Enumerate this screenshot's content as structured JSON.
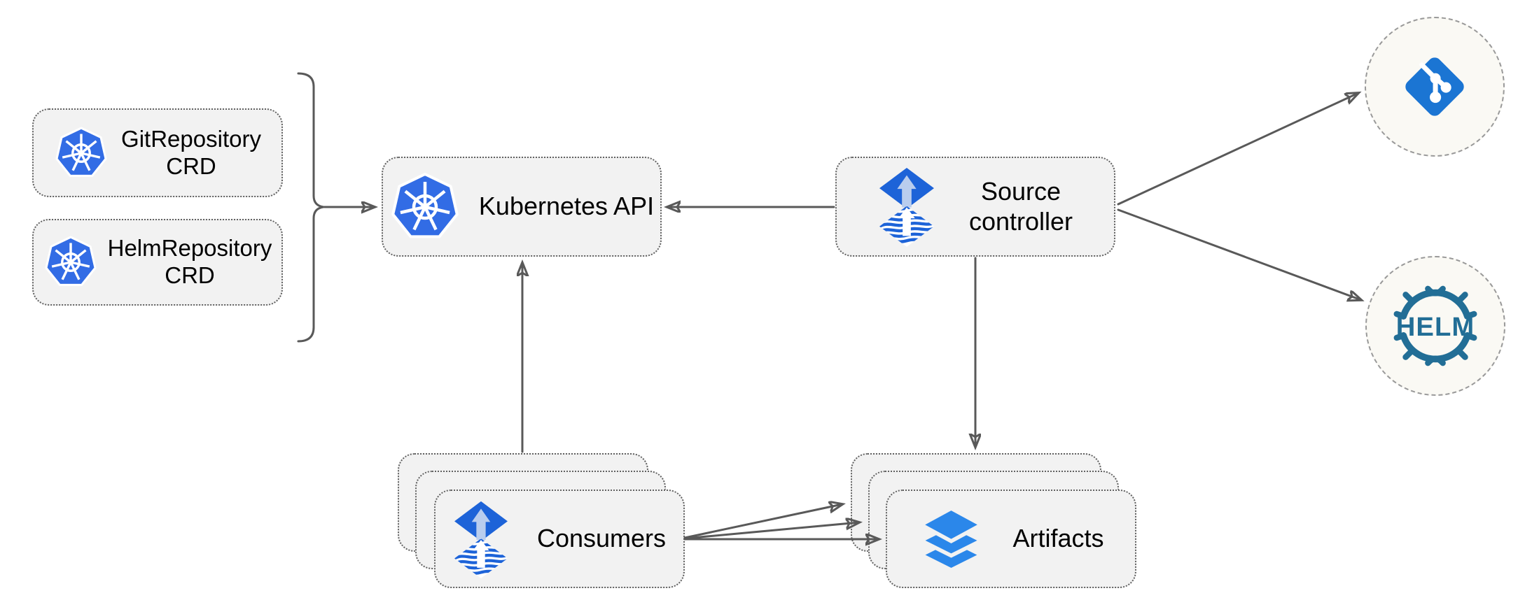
{
  "diagram": {
    "nodes": {
      "git_crd": {
        "line1": "GitRepository",
        "line2": "CRD"
      },
      "helm_crd": {
        "line1": "HelmRepository",
        "line2": "CRD"
      },
      "k8s_api": {
        "label": "Kubernetes API"
      },
      "source_controller": {
        "line1": "Source",
        "line2": "controller"
      },
      "consumers": {
        "label": "Consumers"
      },
      "artifacts": {
        "label": "Artifacts"
      }
    },
    "external": {
      "git_node": "git-logo",
      "helm_node": "helm-logo",
      "helm_logo_text": "HELM"
    },
    "icons": {
      "kubernetes": "kubernetes-wheel-icon",
      "flux": "flux-source-icon",
      "git": "git-branch-icon",
      "helm": "helm-wheel-icon",
      "layers": "layers-icon"
    },
    "connections": [
      {
        "from": "git_crd+helm_crd",
        "to": "k8s_api",
        "via": "brace"
      },
      {
        "from": "source_controller",
        "to": "k8s_api"
      },
      {
        "from": "consumers",
        "to": "k8s_api"
      },
      {
        "from": "source_controller",
        "to": "artifacts"
      },
      {
        "from": "source_controller",
        "to": "git_node"
      },
      {
        "from": "source_controller",
        "to": "helm_node"
      },
      {
        "from": "consumers",
        "to": "artifacts",
        "count": 3
      }
    ],
    "colors": {
      "kubernetes_blue": "#326CE5",
      "flux_blue": "#1d63d8",
      "flux_arrow_light": "#b9cdee",
      "git_blue": "#1b75d3",
      "helm_teal": "#226e96",
      "layers_blue": "#2b87ea",
      "node_fill": "#f2f2f2",
      "node_border": "#616161",
      "connector": "#595959",
      "circle_fill": "#faf9f4",
      "circle_border": "#999999",
      "label_color": "#000000",
      "background": "#ffffff"
    }
  }
}
